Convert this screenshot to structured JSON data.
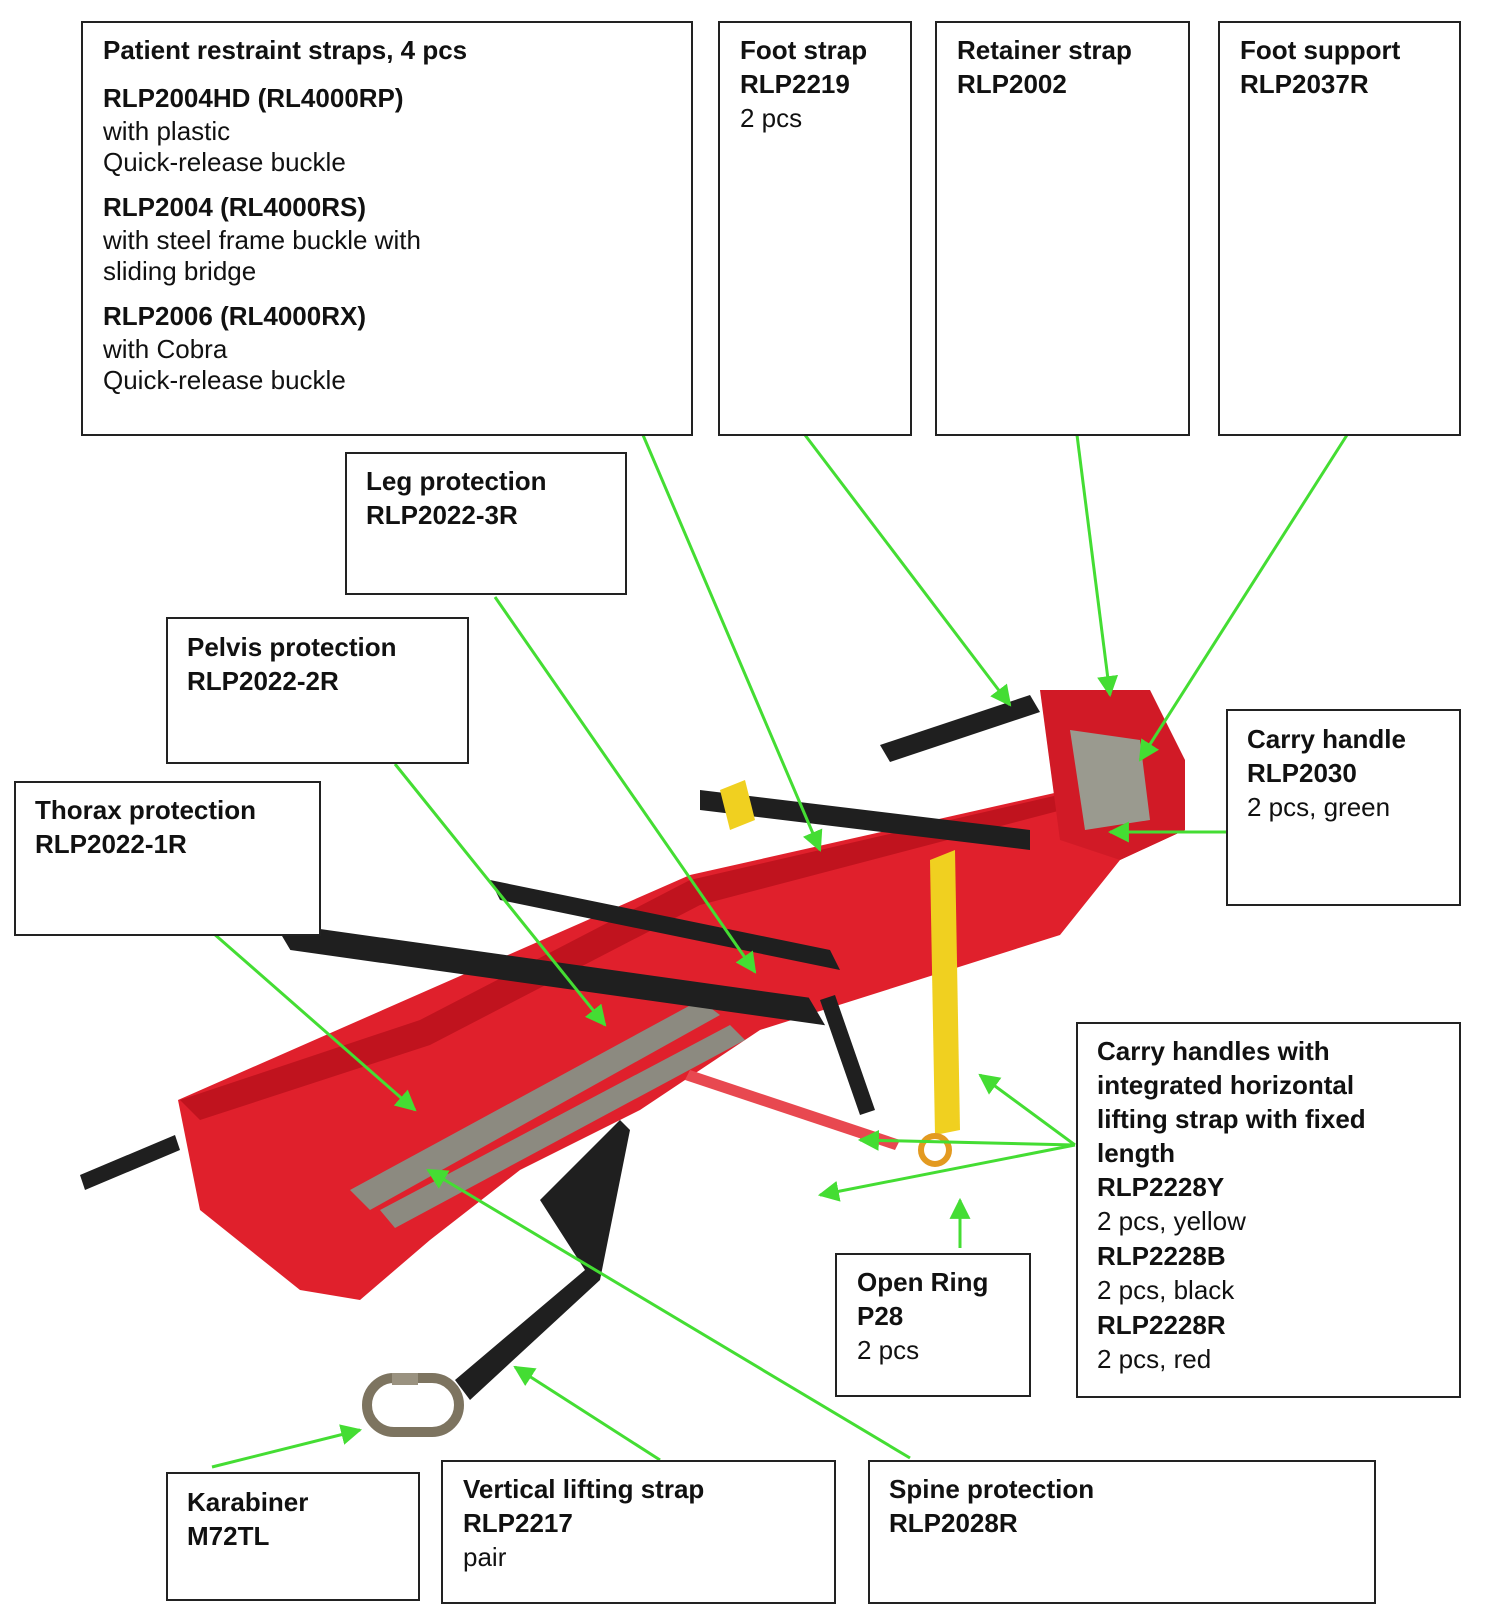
{
  "colors": {
    "accent_arrow": "#44dd33",
    "stretcher_red": "#e0202c",
    "protector_red": "#e8384a",
    "metal_grey": "#8c8a80",
    "strap_black": "#1f1f1f",
    "strap_yellow": "#f0d020"
  },
  "callouts": {
    "restraint": {
      "title": "Patient restraint straps, 4 pcs",
      "a_code": "RLP2004HD (RL4000RP)",
      "a_line1": "with plastic",
      "a_line2": "Quick-release buckle",
      "b_code": "RLP2004 (RL4000RS)",
      "b_line1": "with steel frame buckle with",
      "b_line2": "sliding bridge",
      "c_code": "RLP2006 (RL4000RX)",
      "c_line1": "with Cobra",
      "c_line2": "Quick-release buckle"
    },
    "foot_strap": {
      "title": "Foot strap",
      "code": "RLP2219",
      "qty": "2 pcs"
    },
    "retainer_strap": {
      "title": "Retainer strap",
      "code": "RLP2002"
    },
    "foot_support": {
      "title": "Foot support",
      "code": "RLP2037R"
    },
    "leg_protection": {
      "title": "Leg protection",
      "code": "RLP2022-3R"
    },
    "pelvis_protection": {
      "title": "Pelvis  protection",
      "code": "RLP2022-2R"
    },
    "thorax_protection": {
      "title": "Thorax protection",
      "code": "RLP2022-1R"
    },
    "carry_handle": {
      "title": "Carry handle",
      "code": "RLP2030",
      "qty": "2 pcs, green"
    },
    "carry_handles_lifting": {
      "line1": "Carry handles with",
      "line2": "integrated horizontal",
      "line3": "lifting strap with fixed",
      "line4": "length",
      "y_code": "RLP2228Y",
      "y_qty": "2 pcs, yellow",
      "b_code": "RLP2228B",
      "b_qty": "2 pcs, black",
      "r_code": "RLP2228R",
      "r_qty": "2 pcs, red"
    },
    "open_ring": {
      "title": "Open Ring",
      "code": "P28",
      "qty": "2 pcs"
    },
    "karabiner": {
      "title": "Karabiner",
      "code": "M72TL"
    },
    "vertical_strap": {
      "title": "Vertical lifting strap",
      "code": "RLP2217",
      "qty": "pair"
    },
    "spine_protection": {
      "title": "Spine protection",
      "code": "RLP2028R"
    }
  }
}
